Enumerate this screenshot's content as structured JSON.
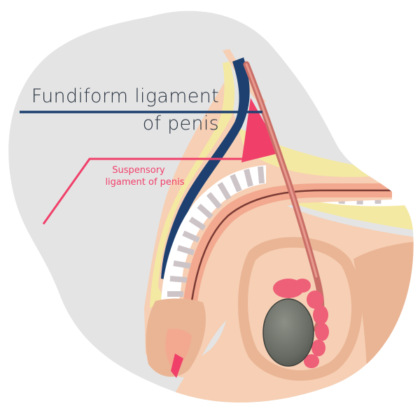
{
  "labels": {
    "fundiform_line1": "Fundiform ligament",
    "fundiform_line2": "of penis",
    "suspensory_line1": "Suspensory",
    "suspensory_line2": "ligament of penis"
  },
  "colors": {
    "background_blob": "#e4e4e4",
    "fundiform_ligament": "#1d4070",
    "suspensory_ligament": "#f0406a",
    "label_text_dark": "#2a3442",
    "skin": "#f6cfb4",
    "skin_dark": "#eab595",
    "fat_yellow": "#f4e9a2",
    "corpus_band": "#f2a98f",
    "cartilage_white": "#ffffff",
    "cartilage_gray": "#cdc4c8",
    "vas_deferens": "#c96f68",
    "testis": "#6d7168",
    "epididymis": "#ee5f78"
  }
}
